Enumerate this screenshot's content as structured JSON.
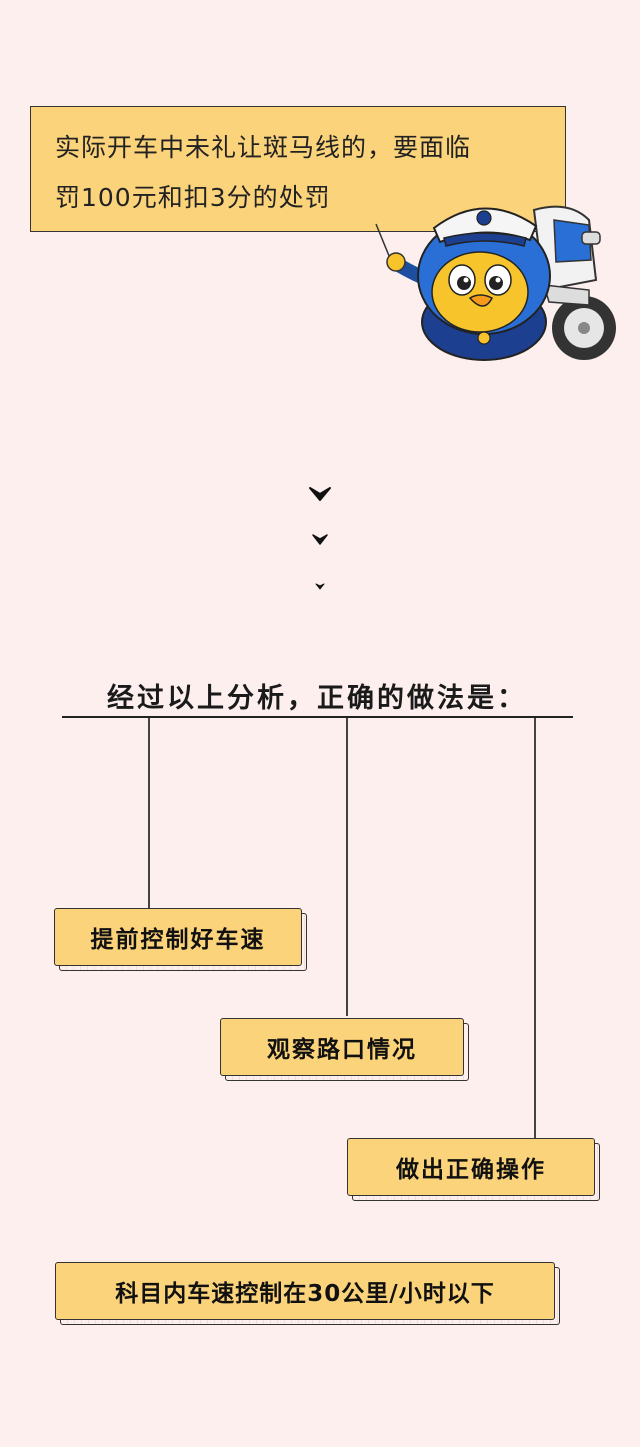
{
  "speech": {
    "line1": "实际开车中未礼让斑马线的，要面临",
    "line2": "罚100元和扣3分的处罚"
  },
  "icons": {
    "mascot": "traffic-police-mascot-icon",
    "chevrons": "chevron-down-icon"
  },
  "analysis": {
    "heading": "经过以上分析，正确的做法是："
  },
  "steps": [
    {
      "label": "提前控制好车速"
    },
    {
      "label": "观察路口情况"
    },
    {
      "label": "做出正确操作"
    }
  ],
  "note": {
    "label": "科目内车速控制在30公里/小时以下"
  },
  "colors": {
    "background": "#fcefee",
    "box_fill": "#fbd37a",
    "mascot_blue": "#2a6fd6",
    "mascot_yellow": "#f7c42c"
  }
}
